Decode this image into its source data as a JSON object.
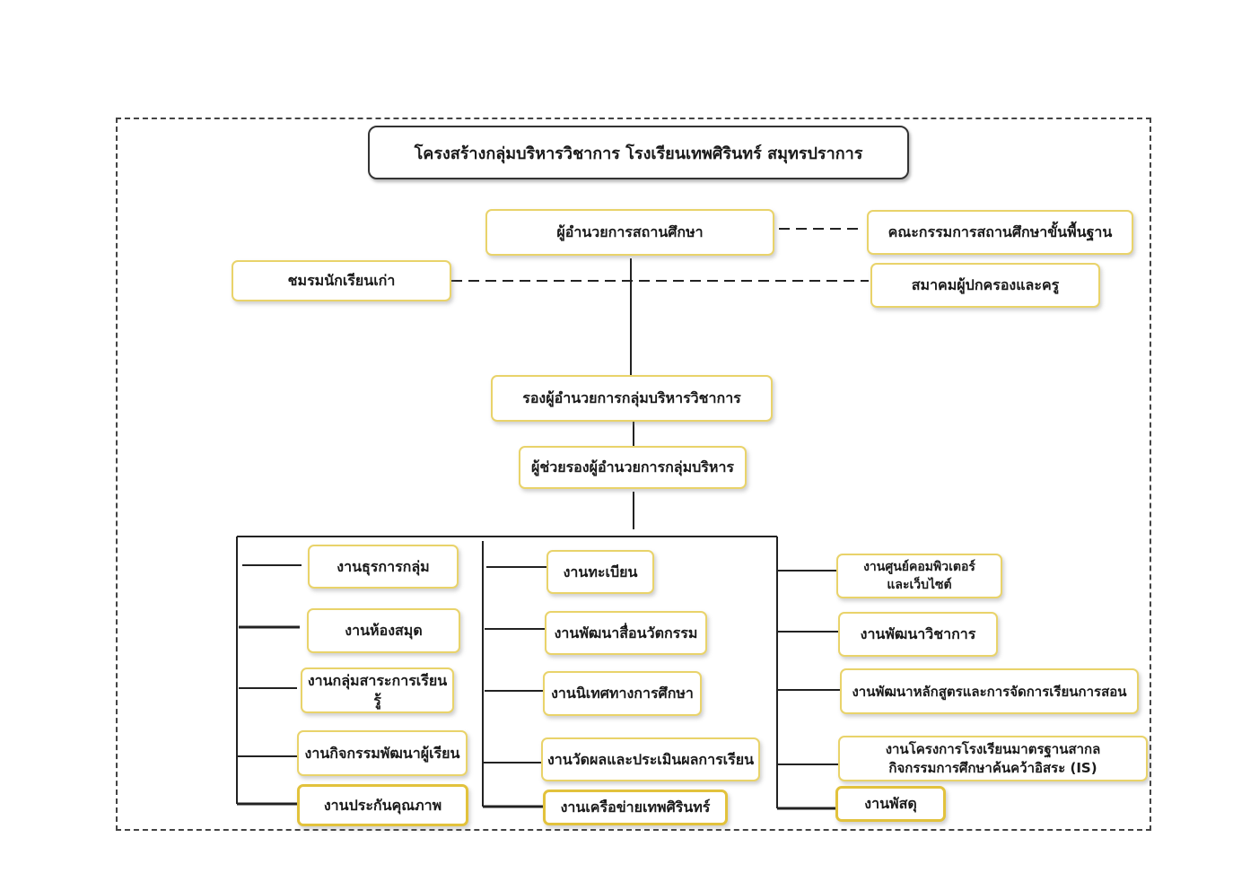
{
  "title": "โครงสร้างกลุ่มบริหารวิชาการ โรงเรียนเทพศิรินทร์ สมุทรปราการ",
  "top": {
    "director": "ผู้อำนวยการสถานศึกษา",
    "board": "คณะกรรมการสถานศึกษาขั้นพื้นฐาน",
    "alumni": "ชมรมนักเรียนเก่า",
    "parents": "สมาคมผู้ปกครองและครู",
    "deputy": "รองผู้อำนวยการกลุ่มบริหารวิชาการ",
    "assistant": "ผู้ช่วยรองผู้อำนวยการกลุ่มบริหาร"
  },
  "col1": [
    "งานธุรการกลุ่ม",
    "งานห้องสมุด",
    "งานกลุ่มสาระการเรียนรู้",
    "งานกิจกรรมพัฒนาผู้เรียน",
    "งานประกันคุณภาพ"
  ],
  "col2": [
    "งานทะเบียน",
    "งานพัฒนาสื่อนวัตกรรม",
    "งานนิเทศทางการศึกษา",
    "งานวัดผลและประเมินผลการเรียน",
    "งานเครือข่ายเทพศิรินทร์"
  ],
  "col3": [
    "งานศูนย์คอมพิวเตอร์\nและเว็บไซต์",
    "งานพัฒนาวิชาการ",
    "งานพัฒนาหลักสูตรและการจัดการเรียนการสอน",
    "งานโครงการโรงเรียนมาตรฐานสากล\nกิจกรรมการศึกษาค้นคว้าอิสระ (IS)",
    "งานพัสดุ"
  ]
}
